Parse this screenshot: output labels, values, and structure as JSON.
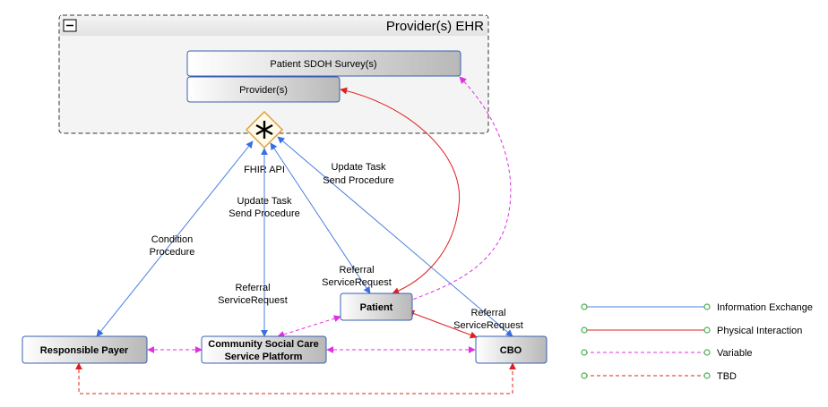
{
  "group": {
    "title": "Provider(s) EHR",
    "collapse_symbol": "−"
  },
  "nodes": {
    "survey": "Patient SDOH Survey(s)",
    "providers": "Provider(s)",
    "fhir_api": "FHIR API",
    "payer": "Responsible Payer",
    "platform_line1": "Community Social Care",
    "platform_line2": "Service Platform",
    "patient": "Patient",
    "cbo": "CBO"
  },
  "edge_labels": {
    "condition_1": "Condition",
    "condition_2": "Procedure",
    "update_mid_1": "Update Task",
    "update_mid_2": "Send Procedure",
    "update_right_1": "Update Task",
    "update_right_2": "Send Procedure",
    "referral_left_1": "Referral",
    "referral_left_2": "ServiceRequest",
    "referral_patient_1": "Referral",
    "referral_patient_2": "ServiceRequest",
    "referral_cbo_1": "Referral",
    "referral_cbo_2": "ServiceRequest"
  },
  "legend": [
    {
      "label": "Information Exchange",
      "color": "#4a7fe0",
      "dashed": false
    },
    {
      "label": "Physical Interaction",
      "color": "#e02020",
      "dashed": false
    },
    {
      "label": "Variable",
      "color": "#e030e0",
      "dashed": true
    },
    {
      "label": "TBD",
      "color": "#e02020",
      "dashed": true
    }
  ]
}
